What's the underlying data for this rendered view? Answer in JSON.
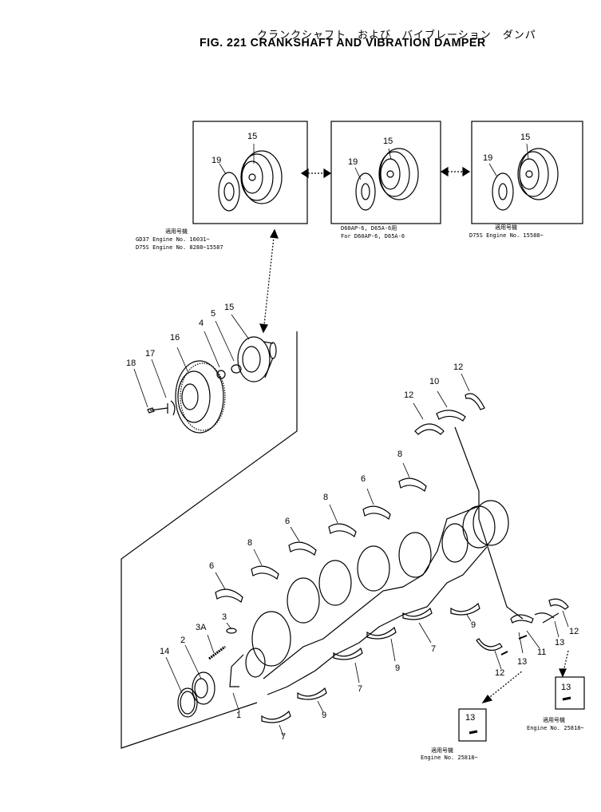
{
  "title": {
    "japanese": "クランクシャフト　および　バイブレーション　ダンパ",
    "english": "FIG. 221  CRANKSHAFT AND VIBRATION DAMPER"
  },
  "variant_notes": {
    "left": [
      "適用号機",
      "GD37  Engine  No. 16031~",
      "D75S  Engine  No. 8288~15587"
    ],
    "middle": [
      "D60AP-6, D65A-6用",
      "For  D60AP-6, D65A-6"
    ],
    "right": [
      "適用号機",
      "D75S  Engine  No. 15588~"
    ],
    "lower_right": [
      "適用号機",
      "Engine  No. 25818~"
    ],
    "lower_center": [
      "適用号機",
      "Engine  No. 25818~"
    ]
  },
  "callouts": {
    "box1_15": "15",
    "box1_19": "19",
    "box2_15": "15",
    "box2_19": "19",
    "box3_15": "15",
    "box3_19": "19",
    "p18": "18",
    "p17": "17",
    "p16": "16",
    "p4": "4",
    "p5": "5",
    "p15": "15",
    "p12a": "12",
    "p10": "10",
    "p12b": "12",
    "p8a": "8",
    "p6a": "6",
    "p8b": "8",
    "p6b": "6",
    "p8c": "8",
    "p6c": "6",
    "p3": "3",
    "p3a": "3A",
    "p14": "14",
    "p2": "2",
    "p1": "1",
    "p7a": "7",
    "p9a": "9",
    "p7b": "7",
    "p9b": "9",
    "p7c": "7",
    "p9c": "9",
    "p12c": "12",
    "p13a": "13",
    "p11": "11",
    "p13b": "13",
    "p12d": "12",
    "p13c": "13",
    "p13d": "13"
  }
}
